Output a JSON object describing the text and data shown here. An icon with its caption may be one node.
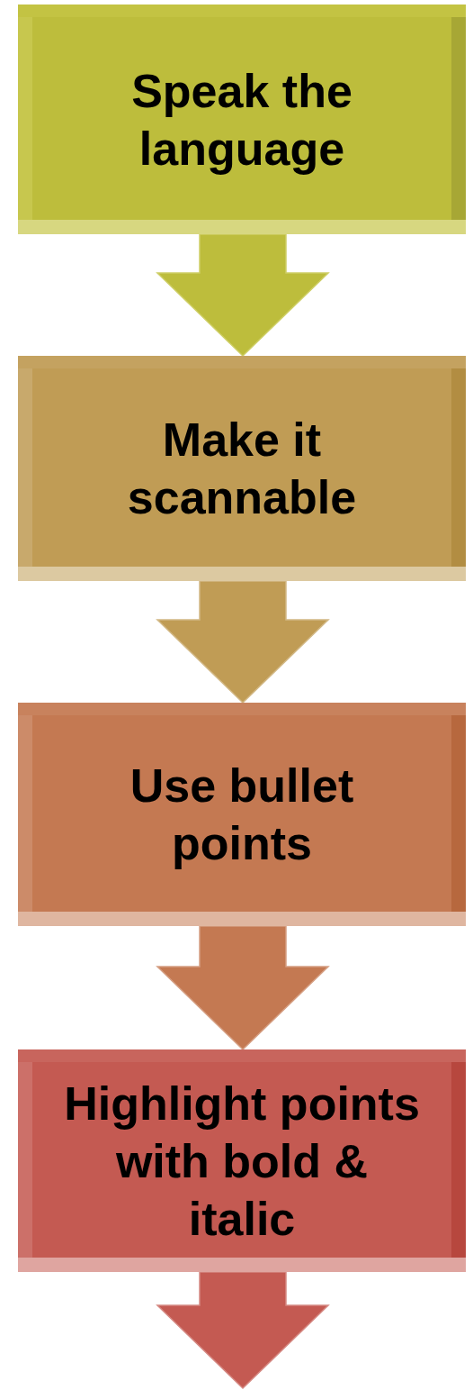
{
  "diagram": {
    "nodes": [
      {
        "text": [
          "Speak the language"
        ]
      },
      {
        "text": [
          "Make it scannable"
        ]
      },
      {
        "text": [
          "Use bullet points"
        ]
      },
      {
        "text": [
          "Highlight points with bold & italic"
        ]
      }
    ],
    "edges": [
      {
        "from": 0,
        "to": 1,
        "arrow": "to",
        "color": "#bdbd3c"
      },
      {
        "from": 1,
        "to": 2,
        "arrow": "to",
        "color": "#c09c55"
      },
      {
        "from": 2,
        "to": 3,
        "arrow": "to",
        "color": "#c47952"
      },
      {
        "from": 3,
        "to": null,
        "arrow": "to",
        "color": "#c45a52"
      }
    ]
  }
}
